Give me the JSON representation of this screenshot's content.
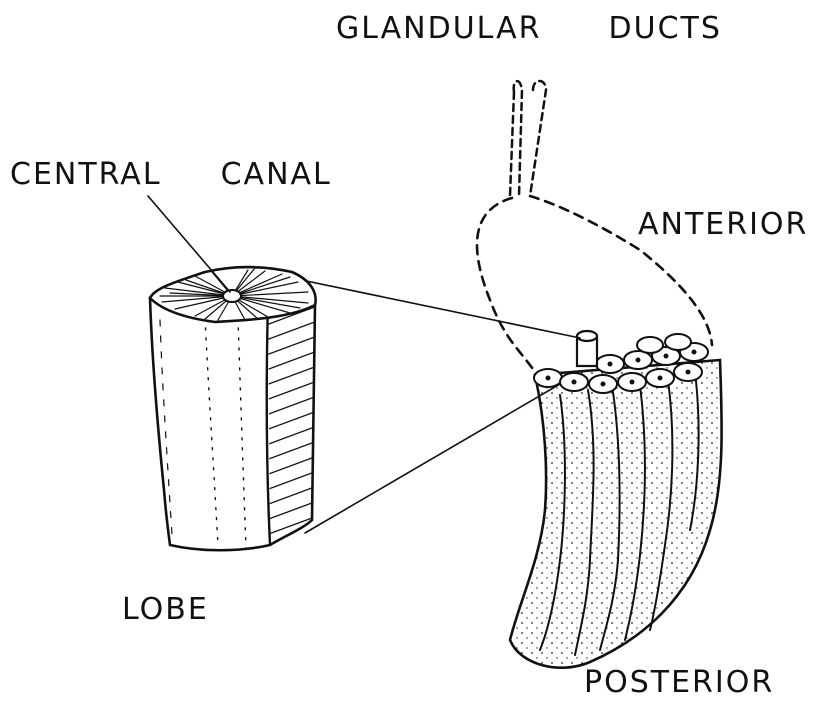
{
  "labels": {
    "glandular_ducts": "GLANDULAR  DUCTS",
    "central_canal": "CENTRAL  CANAL",
    "anterior": "ANTERIOR",
    "lobe": "LOBE",
    "posterior": "POSTERIOR"
  },
  "colors": {
    "ink": "#111111",
    "paper": "#ffffff"
  }
}
